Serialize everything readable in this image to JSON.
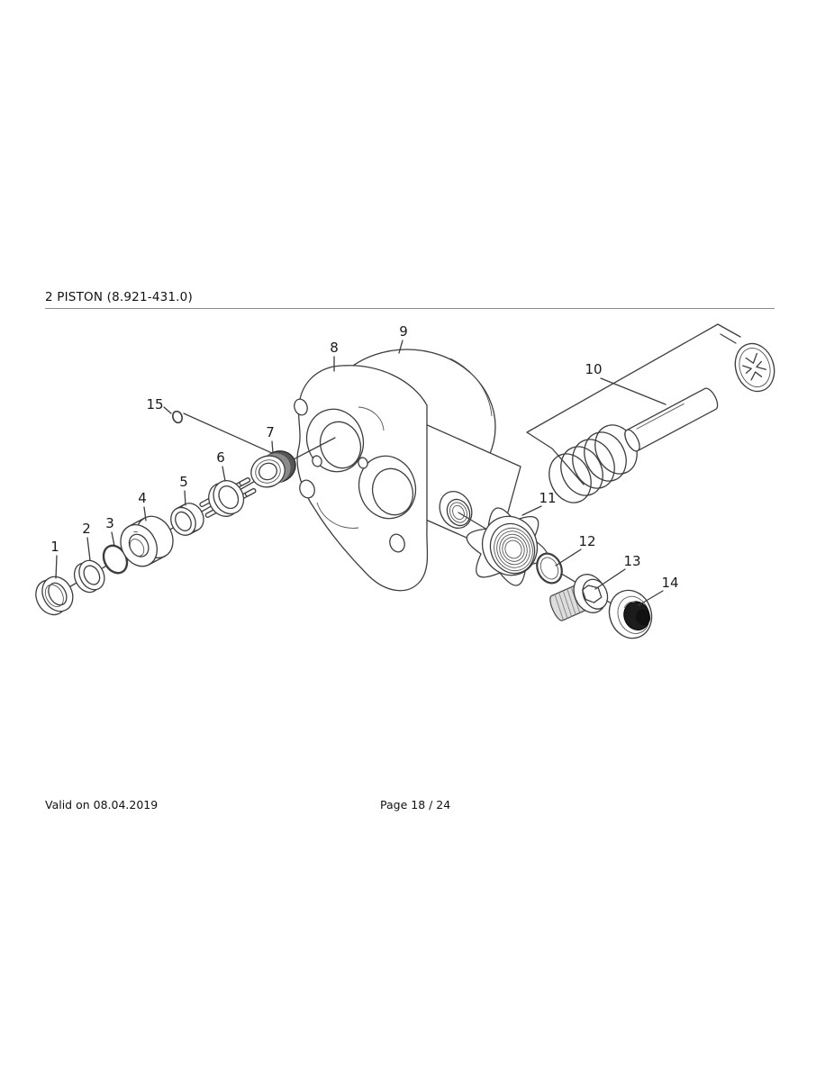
{
  "header": {
    "title": "2 PISTON (8.921-431.0)"
  },
  "footer": {
    "valid_on": "Valid on 08.04.2019",
    "page": "Page 18 / 24"
  },
  "colors": {
    "line": "#3d3d3d",
    "text": "#111111",
    "divider": "#8c8c8c",
    "seal_dark": "#555555",
    "cap_black": "#1c1c1c",
    "thread_gray": "#dddddd"
  },
  "diagram": {
    "type": "exploded-parts-diagram",
    "callouts": [
      {
        "num": "1"
      },
      {
        "num": "2"
      },
      {
        "num": "3"
      },
      {
        "num": "4"
      },
      {
        "num": "5"
      },
      {
        "num": "6"
      },
      {
        "num": "7"
      },
      {
        "num": "8"
      },
      {
        "num": "9"
      },
      {
        "num": "10"
      },
      {
        "num": "11"
      },
      {
        "num": "12"
      },
      {
        "num": "13"
      },
      {
        "num": "14"
      },
      {
        "num": "15"
      }
    ]
  }
}
